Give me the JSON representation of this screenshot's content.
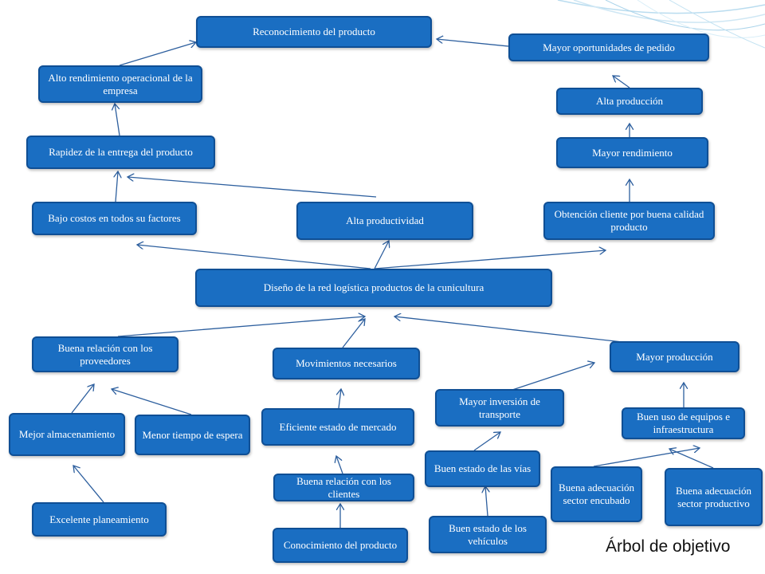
{
  "title": "Árbol de objetivo",
  "colors": {
    "node_fill": "#1a6ec2",
    "node_border": "#0f4f95",
    "arrow": "#2d5f9e",
    "text": "#ffffff"
  },
  "nodes": {
    "reconocimiento": "Reconocimiento del producto",
    "mayor_oportunidades": "Mayor oportunidades de pedido",
    "alto_rendimiento": "Alto rendimiento operacional de la empresa",
    "alta_produccion": "Alta producción",
    "rapidez_entrega": "Rapidez de la entrega del producto",
    "mayor_rendimiento": "Mayor rendimiento",
    "bajo_costos": "Bajo costos en todos su factores",
    "alta_productividad": "Alta productividad",
    "obtencion_cliente": "Obtención cliente por buena calidad producto",
    "diseno_red": "Diseño de la red logística productos  de la cunicultura",
    "buena_relacion_proveedores": "Buena relación con los proveedores",
    "movimientos_necesarios": "Movimientos necesarios",
    "mayor_produccion": "Mayor producción",
    "mayor_inversion": "Mayor  inversión de transporte",
    "buen_uso_equipos": "Buen uso de equipos e infraestructura",
    "mejor_almacenamiento": "Mejor almacenamiento",
    "menor_tiempo": "Menor tiempo de espera",
    "eficiente_estado": "Eficiente estado de mercado",
    "buen_estado_vias": "Buen estado de las vías",
    "buena_adecuacion_encubado": "Buena adecuación sector encubado",
    "buena_adecuacion_productivo": "Buena adecuación sector productivo",
    "buena_relacion_clientes": "Buena relación con los clientes",
    "excelente_planeamiento": "Excelente planeamiento",
    "buen_estado_vehiculos": "Buen estado de los vehículos",
    "conocimiento_producto": "Conocimiento del producto"
  }
}
